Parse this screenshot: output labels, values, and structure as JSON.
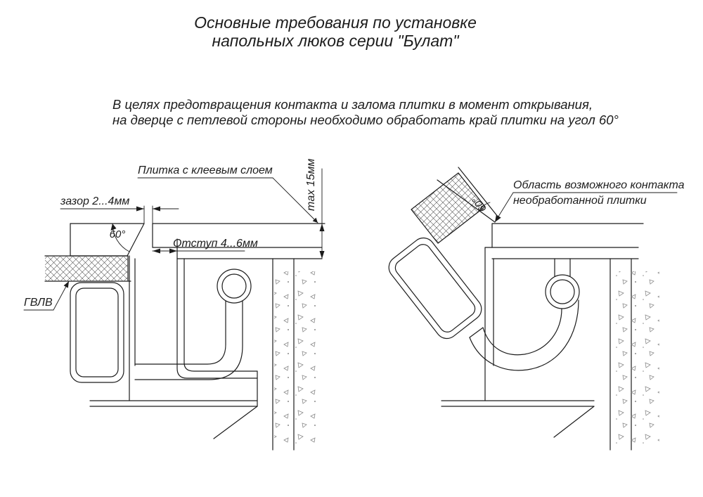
{
  "title": {
    "line1": "Основные требования по установке",
    "line2": "напольных люков серии \"Булат\""
  },
  "note": {
    "line1": "В целях предотвращения контакта и залома плитки в момент открывания,",
    "line2": "на дверце с петлевой стороны необходимо обработать край плитки на угол 60°"
  },
  "closed_view": {
    "tile_label": "Плитка с клеевым слоем",
    "gap_label": "зазор 2...4мм",
    "angle_label": "60°",
    "offset_label": "Отступ 4...6мм",
    "max_label": "max 15мм",
    "gvl_label": "ГВЛВ"
  },
  "open_view": {
    "contact_label_line1": "Область возможного контакта",
    "contact_label_line2": "необработанной плитки",
    "angle_label": "60°"
  },
  "colors": {
    "line": "#1c1c1c",
    "speckle": "#8a8a8a",
    "background": "#ffffff"
  }
}
